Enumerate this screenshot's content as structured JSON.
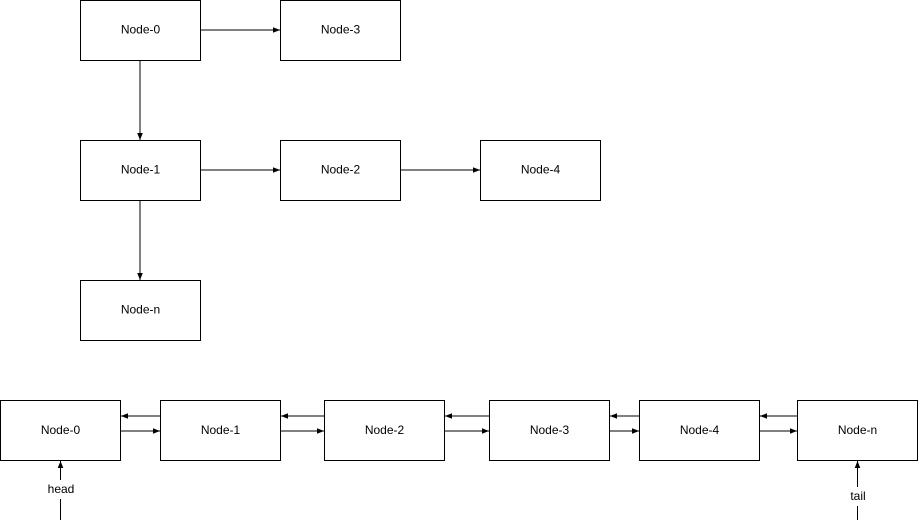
{
  "tree_diagram": {
    "nodes": [
      {
        "id": "t0",
        "label": "Node-0"
      },
      {
        "id": "t3",
        "label": "Node-3"
      },
      {
        "id": "t1",
        "label": "Node-1"
      },
      {
        "id": "t2",
        "label": "Node-2"
      },
      {
        "id": "t4",
        "label": "Node-4"
      },
      {
        "id": "tn",
        "label": "Node-n"
      }
    ],
    "edges": [
      {
        "from": "t0",
        "to": "t3"
      },
      {
        "from": "t0",
        "to": "t1"
      },
      {
        "from": "t1",
        "to": "t2"
      },
      {
        "from": "t2",
        "to": "t4"
      },
      {
        "from": "t1",
        "to": "tn"
      }
    ]
  },
  "linked_list": {
    "nodes": [
      {
        "id": "l0",
        "label": "Node-0"
      },
      {
        "id": "l1",
        "label": "Node-1"
      },
      {
        "id": "l2",
        "label": "Node-2"
      },
      {
        "id": "l3",
        "label": "Node-3"
      },
      {
        "id": "l4",
        "label": "Node-4"
      },
      {
        "id": "ln",
        "label": "Node-n"
      }
    ],
    "pointers": [
      {
        "label": "head",
        "target": "l0"
      },
      {
        "label": "tail",
        "target": "ln"
      }
    ]
  }
}
